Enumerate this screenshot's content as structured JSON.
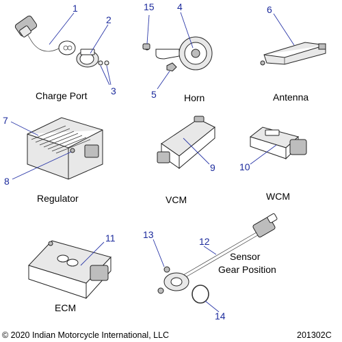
{
  "groups": {
    "charge_port": "Charge Port",
    "horn": "Horn",
    "antenna": "Antenna",
    "regulator": "Regulator",
    "vcm": "VCM",
    "wcm": "WCM",
    "ecm": "ECM",
    "sensor_line1": "Sensor",
    "sensor_line2": "Gear Position"
  },
  "callouts": {
    "c1": "1",
    "c2": "2",
    "c3": "3",
    "c4": "4",
    "c5": "5",
    "c6": "6",
    "c7": "7",
    "c8": "8",
    "c9": "9",
    "c10": "10",
    "c11": "11",
    "c12": "12",
    "c13": "13",
    "c14": "14",
    "c15": "15"
  },
  "footer": {
    "copyright": "© 2020 Indian Motorcycle International, LLC",
    "code": "201302C"
  }
}
